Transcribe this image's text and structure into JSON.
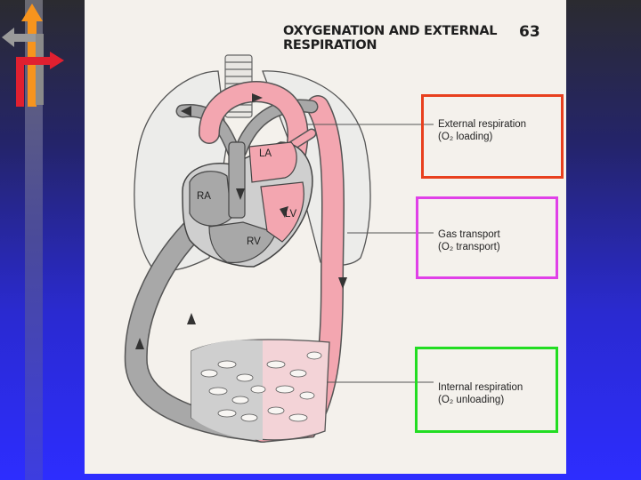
{
  "page": {
    "heading": "OXYGENATION AND EXTERNAL RESPIRATION",
    "page_number": "63"
  },
  "chambers": {
    "ra": "RA",
    "rv": "RV",
    "la": "LA",
    "lv": "LV"
  },
  "callouts": [
    {
      "line1": "External respiration",
      "line2": "(O₂ loading)",
      "box_color": "#e8401e"
    },
    {
      "line1": "Gas transport",
      "line2": "(O₂ transport)",
      "box_color": "#e040e8"
    },
    {
      "line1": "Internal respiration",
      "line2": "(O₂ unloading)",
      "box_color": "#22dd22"
    }
  ],
  "colors": {
    "oxygenated": "#f3a6b0",
    "deoxygenated": "#a8a8a8",
    "nav_up": "#f7941d",
    "nav_back": "#9a9a9a",
    "nav_forward": "#e02030"
  },
  "icons": [
    "nav-up-arrow-icon",
    "nav-back-arrow-icon",
    "nav-forward-arrow-icon"
  ]
}
